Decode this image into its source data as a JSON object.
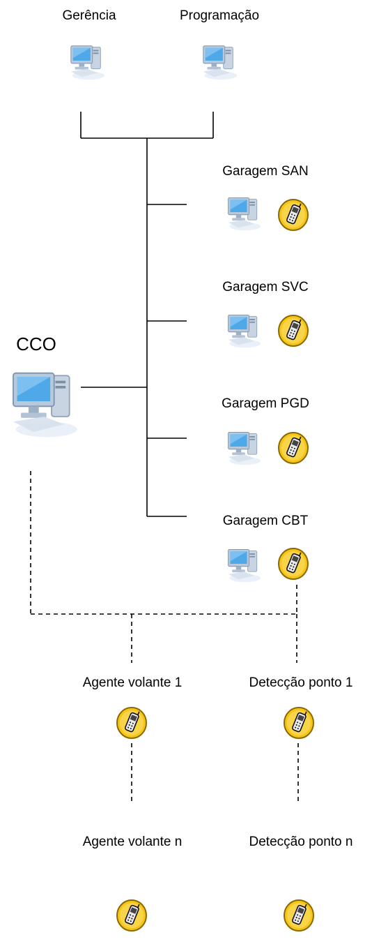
{
  "nodes": {
    "gerencia": {
      "label": "Gerência",
      "icon": "computer-icon"
    },
    "programacao": {
      "label": "Programação",
      "icon": "computer-icon"
    },
    "cco": {
      "label": "CCO",
      "icon": "computer-icon"
    },
    "garagens": [
      {
        "label": "Garagem SAN",
        "icons": [
          "computer-icon",
          "mobile-phone-icon"
        ]
      },
      {
        "label": "Garagem SVC",
        "icons": [
          "computer-icon",
          "mobile-phone-icon"
        ]
      },
      {
        "label": "Garagem PGD",
        "icons": [
          "computer-icon",
          "mobile-phone-icon"
        ]
      },
      {
        "label": "Garagem CBT",
        "icons": [
          "computer-icon",
          "mobile-phone-icon"
        ]
      }
    ],
    "mobile": [
      {
        "label": "Agente volante  1",
        "icon": "mobile-phone-icon"
      },
      {
        "label": "Detecção ponto  1",
        "icon": "mobile-phone-icon"
      },
      {
        "label": "Agente volante  n",
        "icon": "mobile-phone-icon"
      },
      {
        "label": "Detecção ponto  n",
        "icon": "mobile-phone-icon"
      }
    ]
  },
  "connections": {
    "wired": "solid",
    "wireless": "dashed"
  },
  "colors": {
    "line": "#000000",
    "phone_badge": "#F5C518",
    "monitor_screen": "#4FA8E8",
    "computer_body": "#C8D4E2"
  }
}
